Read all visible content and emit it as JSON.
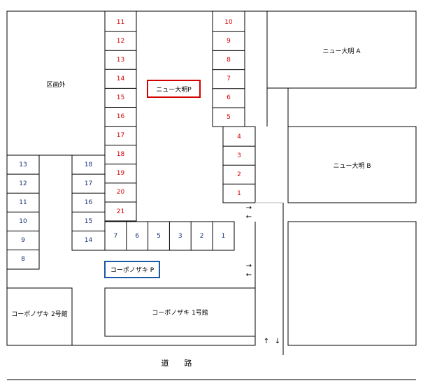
{
  "areas": {
    "outside": "区画外",
    "new_taimei_a": "ニュー大明 A",
    "new_taimei_b": "ニュー大明 B",
    "corpo_2": "コーポノザキ 2号館",
    "corpo_1": "コーポノザキ 1号館",
    "road": "道　　路"
  },
  "lots": {
    "new_taimei_p": "ニュー大明P",
    "corpo_p": "コーポノザキ P"
  },
  "spaces": {
    "left_col": [
      "13",
      "12",
      "11",
      "10",
      "9",
      "8"
    ],
    "mid_col": [
      "18",
      "17",
      "16",
      "15",
      "14"
    ],
    "bottom_row": [
      "7",
      "6",
      "5",
      "3",
      "2",
      "1"
    ],
    "taimei_left": [
      "11",
      "12",
      "13",
      "14",
      "15",
      "16",
      "17",
      "18",
      "19",
      "20",
      "21"
    ],
    "taimei_right_top": [
      "10",
      "9",
      "8",
      "7",
      "6",
      "5"
    ],
    "taimei_right_bottom": [
      "4",
      "3",
      "2",
      "1"
    ]
  },
  "arrows": {
    "right": "→",
    "left": "←",
    "up": "↑",
    "down": "↓"
  },
  "colors": {
    "taimei_numbers": "#d40000",
    "corpo_numbers": "#1a2f7a",
    "taimei_box": "#d40000",
    "corpo_box": "#1a5aa8"
  }
}
